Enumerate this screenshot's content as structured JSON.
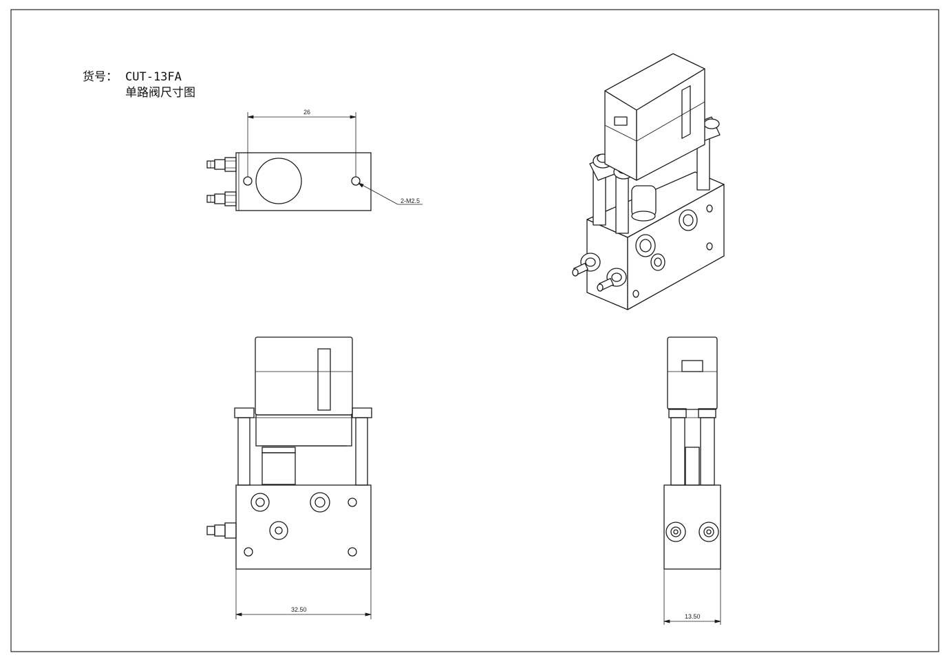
{
  "title": {
    "part_label": "货号：",
    "part_no": "CUT-13FA",
    "subtitle": "单路阀尺寸图"
  },
  "dimensions": {
    "top_hole_spacing": "26",
    "thread_callout": "2-M2.5",
    "front_width": "32.50",
    "side_width": "13.50"
  },
  "colors": {
    "line": "#1a1a1a",
    "background": "#ffffff"
  }
}
